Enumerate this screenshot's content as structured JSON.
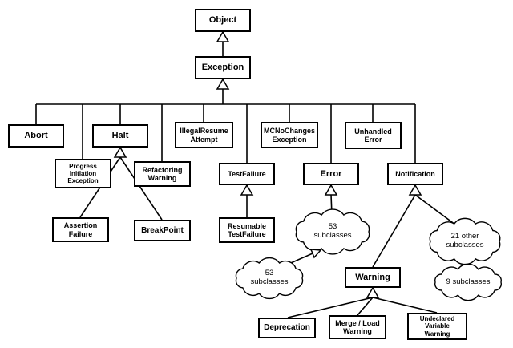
{
  "colors": {
    "background": "#ffffff",
    "stroke": "#000000",
    "box_fill": "#ffffff"
  },
  "nodes": {
    "object": "Object",
    "exception": "Exception",
    "abort": "Abort",
    "halt": "Halt",
    "illegal_resume": "IllegalResume\nAttempt",
    "mc_no_changes": "MCNoChanges\nException",
    "unhandled_error": "Unhandled\nError",
    "progress_initiation": "Progress\nInitiation\nException",
    "refactoring_warning": "Refactoring\nWarning",
    "test_failure": "TestFailure",
    "error": "Error",
    "notification": "Notification",
    "assertion_failure": "Assertion\nFailure",
    "breakpoint": "BreakPoint",
    "resumable_test_failure": "Resumable\nTestFailure",
    "warning": "Warning",
    "deprecation": "Deprecation",
    "merge_load_warning": "Merge / Load\nWarning",
    "undeclared_variable_warning": "Undeclared\nVariable\nWarning"
  },
  "clouds": {
    "error_53": "53\nsubclasses",
    "left_53": "53\nsubclasses",
    "other_21": "21 other\nsubclasses",
    "nine": "9 subclasses"
  },
  "edges": [
    {
      "child": "exception",
      "parent": "object"
    },
    {
      "child": "abort",
      "parent": "exception"
    },
    {
      "child": "halt",
      "parent": "exception"
    },
    {
      "child": "illegal_resume",
      "parent": "exception"
    },
    {
      "child": "mc_no_changes",
      "parent": "exception"
    },
    {
      "child": "unhandled_error",
      "parent": "exception"
    },
    {
      "child": "progress_initiation",
      "parent": "exception"
    },
    {
      "child": "refactoring_warning",
      "parent": "exception"
    },
    {
      "child": "test_failure",
      "parent": "exception"
    },
    {
      "child": "error",
      "parent": "exception"
    },
    {
      "child": "notification",
      "parent": "exception"
    },
    {
      "child": "assertion_failure",
      "parent": "halt"
    },
    {
      "child": "breakpoint",
      "parent": "halt"
    },
    {
      "child": "resumable_test_failure",
      "parent": "test_failure"
    },
    {
      "child": "cloud_error_53",
      "parent": "error"
    },
    {
      "child": "cloud_left_53",
      "parent": "cloud_error_53"
    },
    {
      "child": "warning",
      "parent": "notification"
    },
    {
      "child": "cloud_other_21",
      "parent": "notification"
    },
    {
      "child": "cloud_nine",
      "parent": "cloud_other_21"
    },
    {
      "child": "deprecation",
      "parent": "warning"
    },
    {
      "child": "merge_load_warning",
      "parent": "warning"
    },
    {
      "child": "undeclared_variable_warning",
      "parent": "warning"
    }
  ]
}
